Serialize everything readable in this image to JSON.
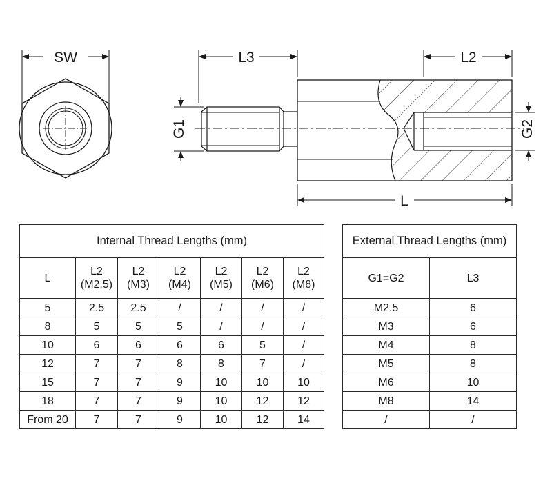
{
  "drawing": {
    "labels": {
      "sw": "SW",
      "l3": "L3",
      "l2": "L2",
      "g1": "G1",
      "g2": "G2",
      "l": "L"
    }
  },
  "internal_table": {
    "title": "Internal Thread Lengths (mm)",
    "header_l": "L",
    "columns": [
      {
        "top": "L2",
        "bottom": "(M2.5)"
      },
      {
        "top": "L2",
        "bottom": "(M3)"
      },
      {
        "top": "L2",
        "bottom": "(M4)"
      },
      {
        "top": "L2",
        "bottom": "(M5)"
      },
      {
        "top": "L2",
        "bottom": "(M6)"
      },
      {
        "top": "L2",
        "bottom": "(M8)"
      }
    ],
    "rows": [
      [
        "5",
        "2.5",
        "2.5",
        "/",
        "/",
        "/",
        "/"
      ],
      [
        "8",
        "5",
        "5",
        "5",
        "/",
        "/",
        "/"
      ],
      [
        "10",
        "6",
        "6",
        "6",
        "6",
        "5",
        "/"
      ],
      [
        "12",
        "7",
        "7",
        "8",
        "8",
        "7",
        "/"
      ],
      [
        "15",
        "7",
        "7",
        "9",
        "10",
        "10",
        "10"
      ],
      [
        "18",
        "7",
        "7",
        "9",
        "10",
        "12",
        "12"
      ],
      [
        "From 20",
        "7",
        "7",
        "9",
        "10",
        "12",
        "14"
      ]
    ]
  },
  "external_table": {
    "title": "External Thread Lengths (mm)",
    "headers": [
      "G1=G2",
      "L3"
    ],
    "rows": [
      [
        "M2.5",
        "6"
      ],
      [
        "M3",
        "6"
      ],
      [
        "M4",
        "8"
      ],
      [
        "M5",
        "8"
      ],
      [
        "M6",
        "10"
      ],
      [
        "M8",
        "14"
      ],
      [
        "/",
        "/"
      ]
    ]
  }
}
